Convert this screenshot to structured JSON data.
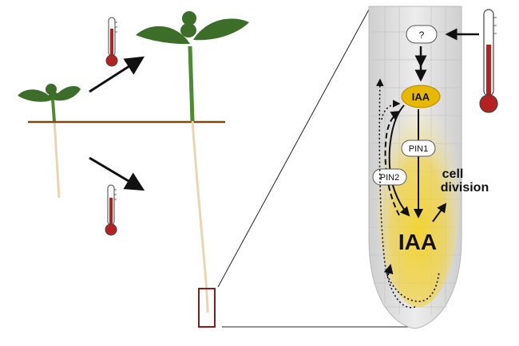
{
  "labels": {
    "unknown_signal": "?",
    "iaa_top": "IAA",
    "pin1": "PIN1",
    "pin2": "PIN2",
    "cell_division_line1": "cell",
    "cell_division_line2": "division",
    "iaa_bottom": "IAA"
  },
  "colors": {
    "leaf": "#3c6e2a",
    "stem": "#4e8a32",
    "root": "#e8d6b2",
    "soil_line": "#7a4a10",
    "thermometer_red": "#b52020",
    "auxin_yellow": "#e6b800",
    "zoom_box": "#8b1a1a",
    "root_tip_gray": "#dcdcdc"
  },
  "icons": [
    "thermometer-icon",
    "arrow-icon"
  ]
}
